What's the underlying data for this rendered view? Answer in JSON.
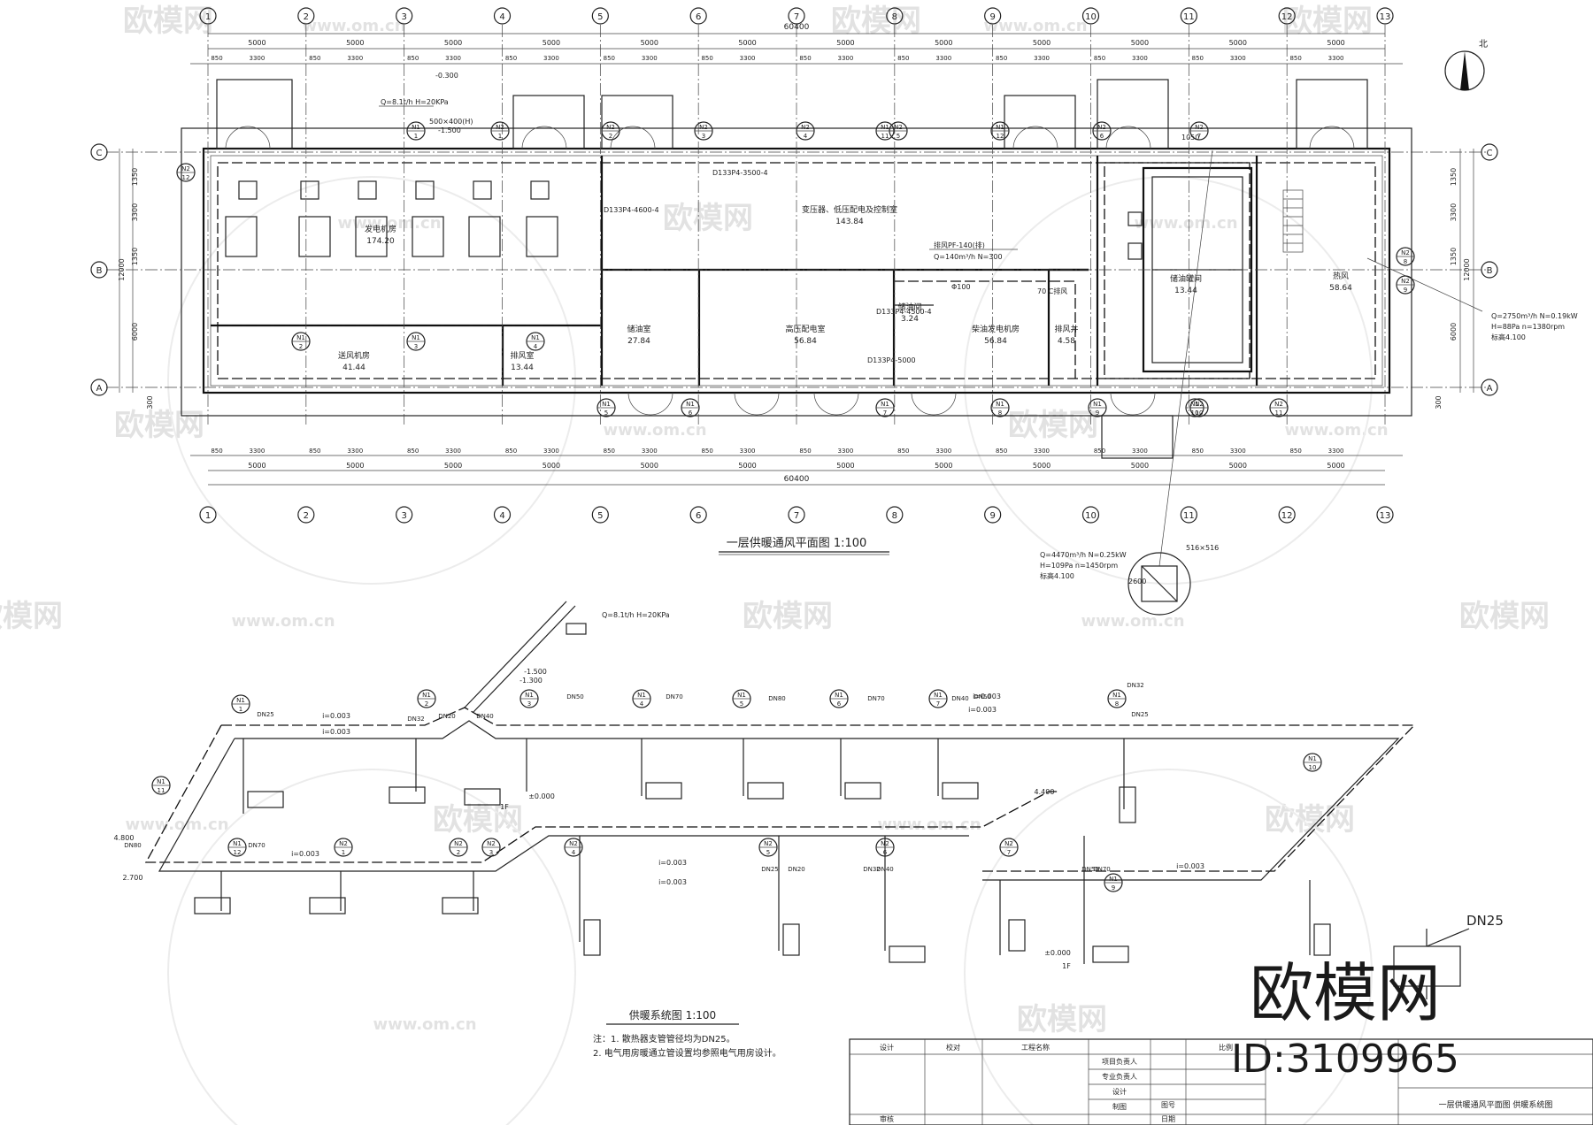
{
  "plan": {
    "title": "一层供暖通风平面图  1:100",
    "grid_cols": [
      "1",
      "2",
      "3",
      "4",
      "5",
      "6",
      "7",
      "8",
      "9",
      "10",
      "11",
      "12",
      "13"
    ],
    "grid_rows": [
      "C",
      "B",
      "A"
    ],
    "total_dim": "60400",
    "bay_dim": "5000",
    "sub_dims": [
      "3300",
      "850"
    ],
    "side_dims": [
      "1350",
      "3300",
      "1350",
      "6000",
      "12000",
      "300"
    ],
    "north_label": "北",
    "rooms": [
      {
        "name": "发电机房",
        "area": "174.20"
      },
      {
        "name": "送风机房",
        "area": "41.44"
      },
      {
        "name": "排风室",
        "area": "13.44"
      },
      {
        "name": "储油室",
        "area": "27.84"
      },
      {
        "name": "高压配电室",
        "area": "56.84"
      },
      {
        "name": "变压器、低压配电及控制室",
        "area": "143.84"
      },
      {
        "name": "储油间",
        "area": "3.24"
      },
      {
        "name": "柴油发电机房",
        "area": "56.84"
      },
      {
        "name": "排风井",
        "area": "4.58"
      },
      {
        "name": "储油罐间",
        "area": "13.44"
      },
      {
        "name": "热风",
        "area": "58.64"
      }
    ],
    "notes": [
      "Q=8.1t/h  H=20KPa",
      "-0.300",
      "500×400(H)",
      "-1.500",
      "D133P4-3500-4",
      "D133P4-4500-4",
      "D133P4-4600-4",
      "D133P4-5000",
      "排风PF-140(排)",
      "Q=140m³/h  N=300",
      "Φ100",
      "70 C排风",
      "Q=2750m³/h  N=0.19kW",
      "H=88Pa  n=1380rpm",
      "标高4.100",
      "Q=4470m³/h  N=0.25kW",
      "H=109Pa  n=1450rpm",
      "标高4.100",
      "516×516",
      "1050",
      "2600"
    ],
    "units": [
      {
        "a": "N1",
        "b": "1"
      },
      {
        "a": "N1",
        "b": "2"
      },
      {
        "a": "N1",
        "b": "3"
      },
      {
        "a": "N1",
        "b": "4"
      },
      {
        "a": "N1",
        "b": "5"
      },
      {
        "a": "N1",
        "b": "6"
      },
      {
        "a": "N1",
        "b": "7"
      },
      {
        "a": "N1",
        "b": "8"
      },
      {
        "a": "N1",
        "b": "9"
      },
      {
        "a": "N1",
        "b": "10"
      },
      {
        "a": "N1",
        "b": "11"
      },
      {
        "a": "N1",
        "b": "12"
      },
      {
        "a": "N2",
        "b": "1"
      },
      {
        "a": "N2",
        "b": "2"
      },
      {
        "a": "N2",
        "b": "3"
      },
      {
        "a": "N2",
        "b": "4"
      },
      {
        "a": "N2",
        "b": "5"
      },
      {
        "a": "N2",
        "b": "6"
      },
      {
        "a": "N2",
        "b": "7"
      },
      {
        "a": "N2",
        "b": "8"
      },
      {
        "a": "N2",
        "b": "9"
      },
      {
        "a": "N2",
        "b": "10"
      },
      {
        "a": "N2",
        "b": "11"
      },
      {
        "a": "N2",
        "b": "12"
      }
    ]
  },
  "system": {
    "title": "供暖系统图  1:100",
    "pipe_labels": [
      "DN25",
      "DN20",
      "DN32",
      "DN40",
      "DN50",
      "DN70",
      "DN80",
      "DN70",
      "DN40",
      "DN50",
      "DN32",
      "DN25"
    ],
    "slopes": [
      "i=0.003",
      "i=0.003",
      "i=0.003",
      "i=0.003",
      "i=0.003",
      "i=0.003",
      "i=0.003",
      "i=0.003"
    ],
    "elevations": [
      "±0.000",
      "±0.000",
      "2.700",
      "4.800",
      "4.400",
      "1F",
      "1F",
      "-1.500",
      "-1.300"
    ],
    "pump_note": "Q=8.1t/h  H=20KPa",
    "notes": [
      "注：1. 散热器支管管径均为DN25。",
      "2. 电气用房暖通立管设置均参照电气用房设计。"
    ]
  },
  "title_block": {
    "cells": [
      "设计",
      "审核",
      "校对",
      "工程名称",
      "项目负责人",
      "专业负责人",
      "设计",
      "制图",
      "图号",
      "比例",
      "日期"
    ],
    "drawing_name": "一层供暖通风平面图  供暖系统图",
    "detail_label": "DN25"
  },
  "watermark": {
    "site": "www.om.cn",
    "logo": "欧模网",
    "brand": "欧模网",
    "id_text": "ID:3109965"
  }
}
